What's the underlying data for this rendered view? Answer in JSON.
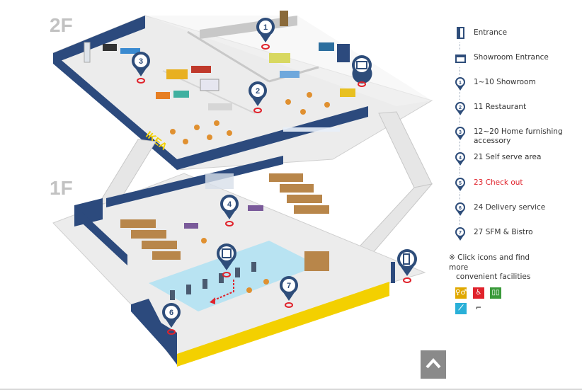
{
  "floors": {
    "upper": "2F",
    "lower": "1F"
  },
  "sign": "IKEA",
  "legend": [
    {
      "id": "entrance",
      "icon": "entrance-icon",
      "label": "Entrance"
    },
    {
      "id": "showroom-entrance",
      "icon": "showroom-entrance-icon",
      "label": "Showroom Entrance"
    },
    {
      "id": "1",
      "icon": "pin-1-icon",
      "label": "1~10 Showroom"
    },
    {
      "id": "2",
      "icon": "pin-2-icon",
      "label": "11 Restaurant"
    },
    {
      "id": "3",
      "icon": "pin-3-icon",
      "label": "12~20 Home furnishing accessory"
    },
    {
      "id": "4",
      "icon": "pin-4-icon",
      "label": "21 Self serve area"
    },
    {
      "id": "5",
      "icon": "pin-5-icon",
      "label": "23 Check out"
    },
    {
      "id": "6",
      "icon": "pin-6-icon",
      "label": "24 Delivery service"
    },
    {
      "id": "7",
      "icon": "pin-7-icon",
      "label": "27 SFM & Bistro"
    }
  ],
  "note": {
    "line1": "※ Click icons and find more",
    "line2": "convenient facilities"
  },
  "facility_icons": [
    "restroom-icon",
    "accessible-restroom-icon",
    "elevator-icon",
    "escalator-icon",
    "stairs-icon"
  ],
  "pins": [
    "1",
    "2",
    "3",
    "4",
    "6",
    "7"
  ],
  "colors": {
    "pin": "#2e4d7a",
    "highlight": "#e0232c",
    "wall": "#2c4a7d",
    "floor": "#ececec",
    "checkout_area": "#b8e3f2",
    "wall_yellow": "#f3d000"
  }
}
